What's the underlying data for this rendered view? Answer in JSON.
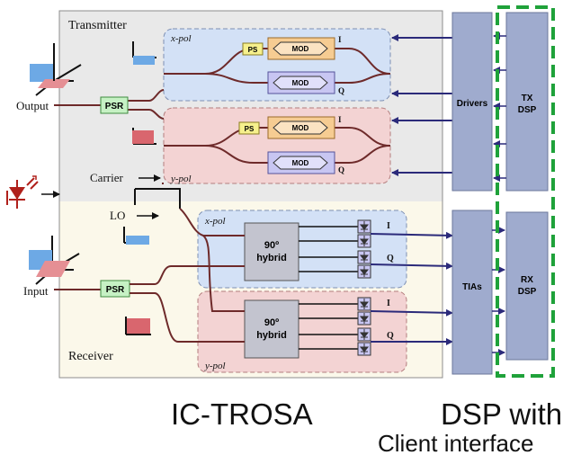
{
  "colors": {
    "transmitter_bg": "#e9e9e9",
    "receiver_bg": "#fbf8ea",
    "xpol_fill": "#d3e1f6",
    "ypol_fill": "#f3d3d3",
    "mod_outer": "#f6cc92",
    "mod_blue": "#c8c6f2",
    "ps_fill": "#f6f08c",
    "psr_fill": "#c6f1c4",
    "hybrid_fill": "#c3c4cf",
    "driver_fill": "#9fabce",
    "fiber": "#6e2a2a",
    "electrical": "#2b2a7a",
    "dashed_green": "#1fa23a",
    "laser": "#b0201b"
  },
  "icons": [
    "laser-diode-icon",
    "pol-axes-icon",
    "photodiode-icon"
  ],
  "transmitter": {
    "title": "Transmitter",
    "xpol_label": "x-pol",
    "ypol_label": "y-pol",
    "ps_label": "PS",
    "mod_label": "MOD",
    "i_label": "I",
    "q_label": "Q"
  },
  "receiver": {
    "title": "Receiver",
    "xpol_label": "x-pol",
    "ypol_label": "y-pol",
    "hybrid_line1": "90º",
    "hybrid_line2": "hybrid",
    "i_label": "I",
    "q_label": "Q"
  },
  "ports": {
    "output": "Output",
    "input": "Input",
    "carrier": "Carrier",
    "lo": "LO",
    "psr": "PSR"
  },
  "electronics": {
    "drivers": "Drivers",
    "tias": "TIAs",
    "tx_dsp_1": "TX",
    "tx_dsp_2": "DSP",
    "rx_dsp_1": "RX",
    "rx_dsp_2": "DSP"
  },
  "captions": {
    "trosa": "IC-TROSA",
    "dsp_1": "DSP with",
    "dsp_2": "Client interface"
  }
}
